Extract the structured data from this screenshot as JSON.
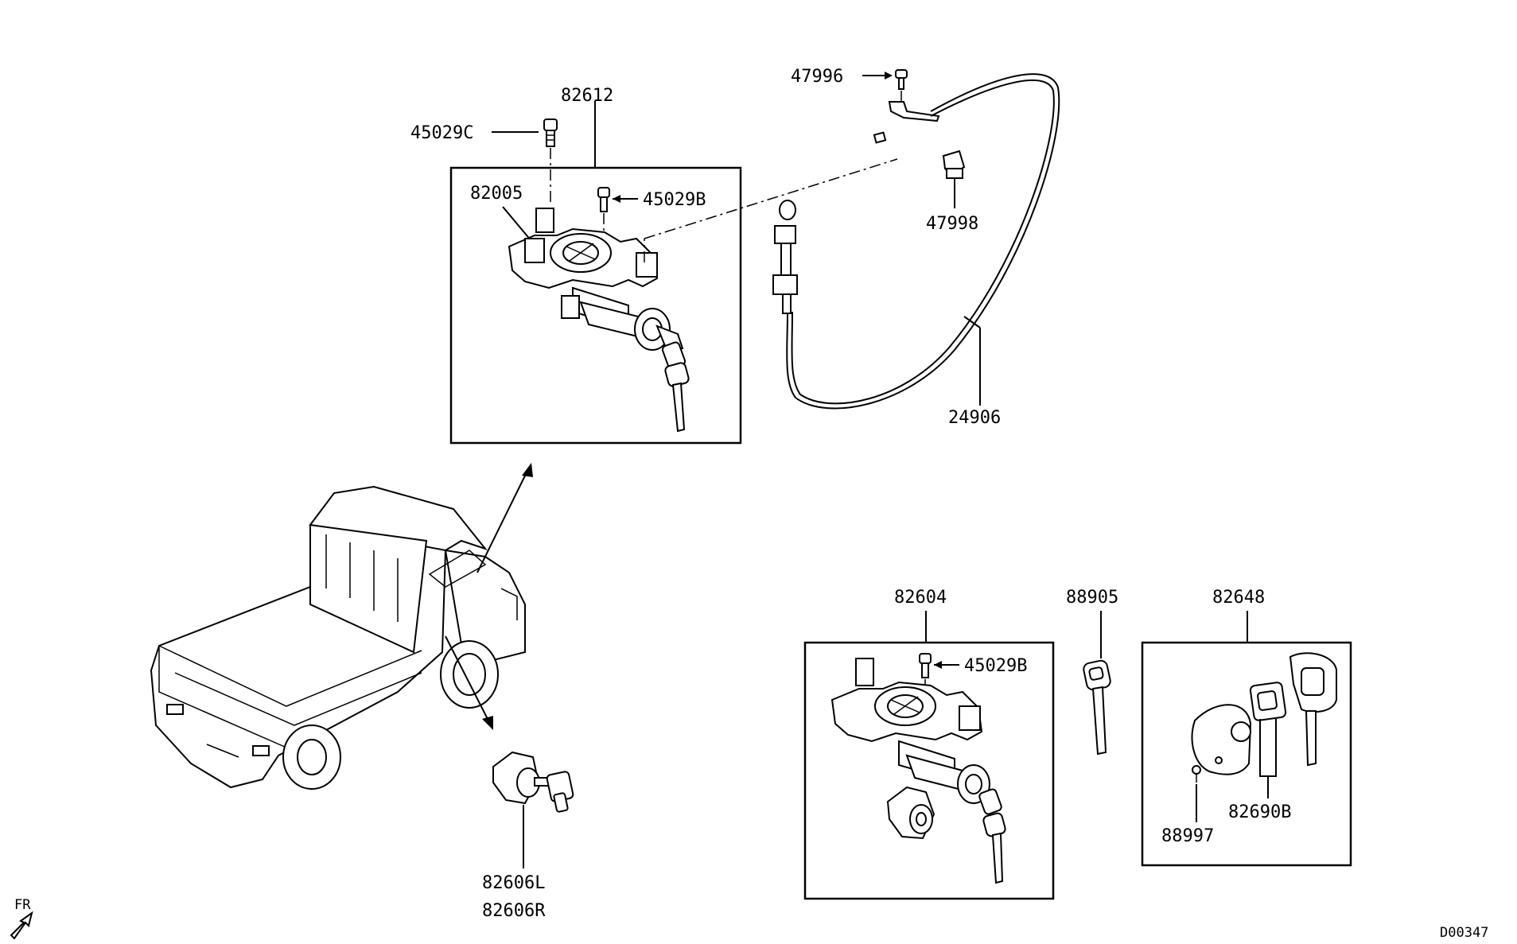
{
  "diagram": {
    "drawing_code": "D00347",
    "direction_label": "FR",
    "part_numbers": {
      "ignition_assy": "82612",
      "bolt_c": "45029C",
      "switch": "82005",
      "bolt_b_top": "45029B",
      "screw": "47996",
      "clip": "47998",
      "cable": "24906",
      "cylinder_set": "82604",
      "bolt_b_lower": "45029B",
      "blank_key": "88905",
      "remote_key": "82648",
      "door_cyl_l": "82606L",
      "door_cyl_r": "82606R",
      "battery": "82690B",
      "key_screw": "88997"
    }
  }
}
